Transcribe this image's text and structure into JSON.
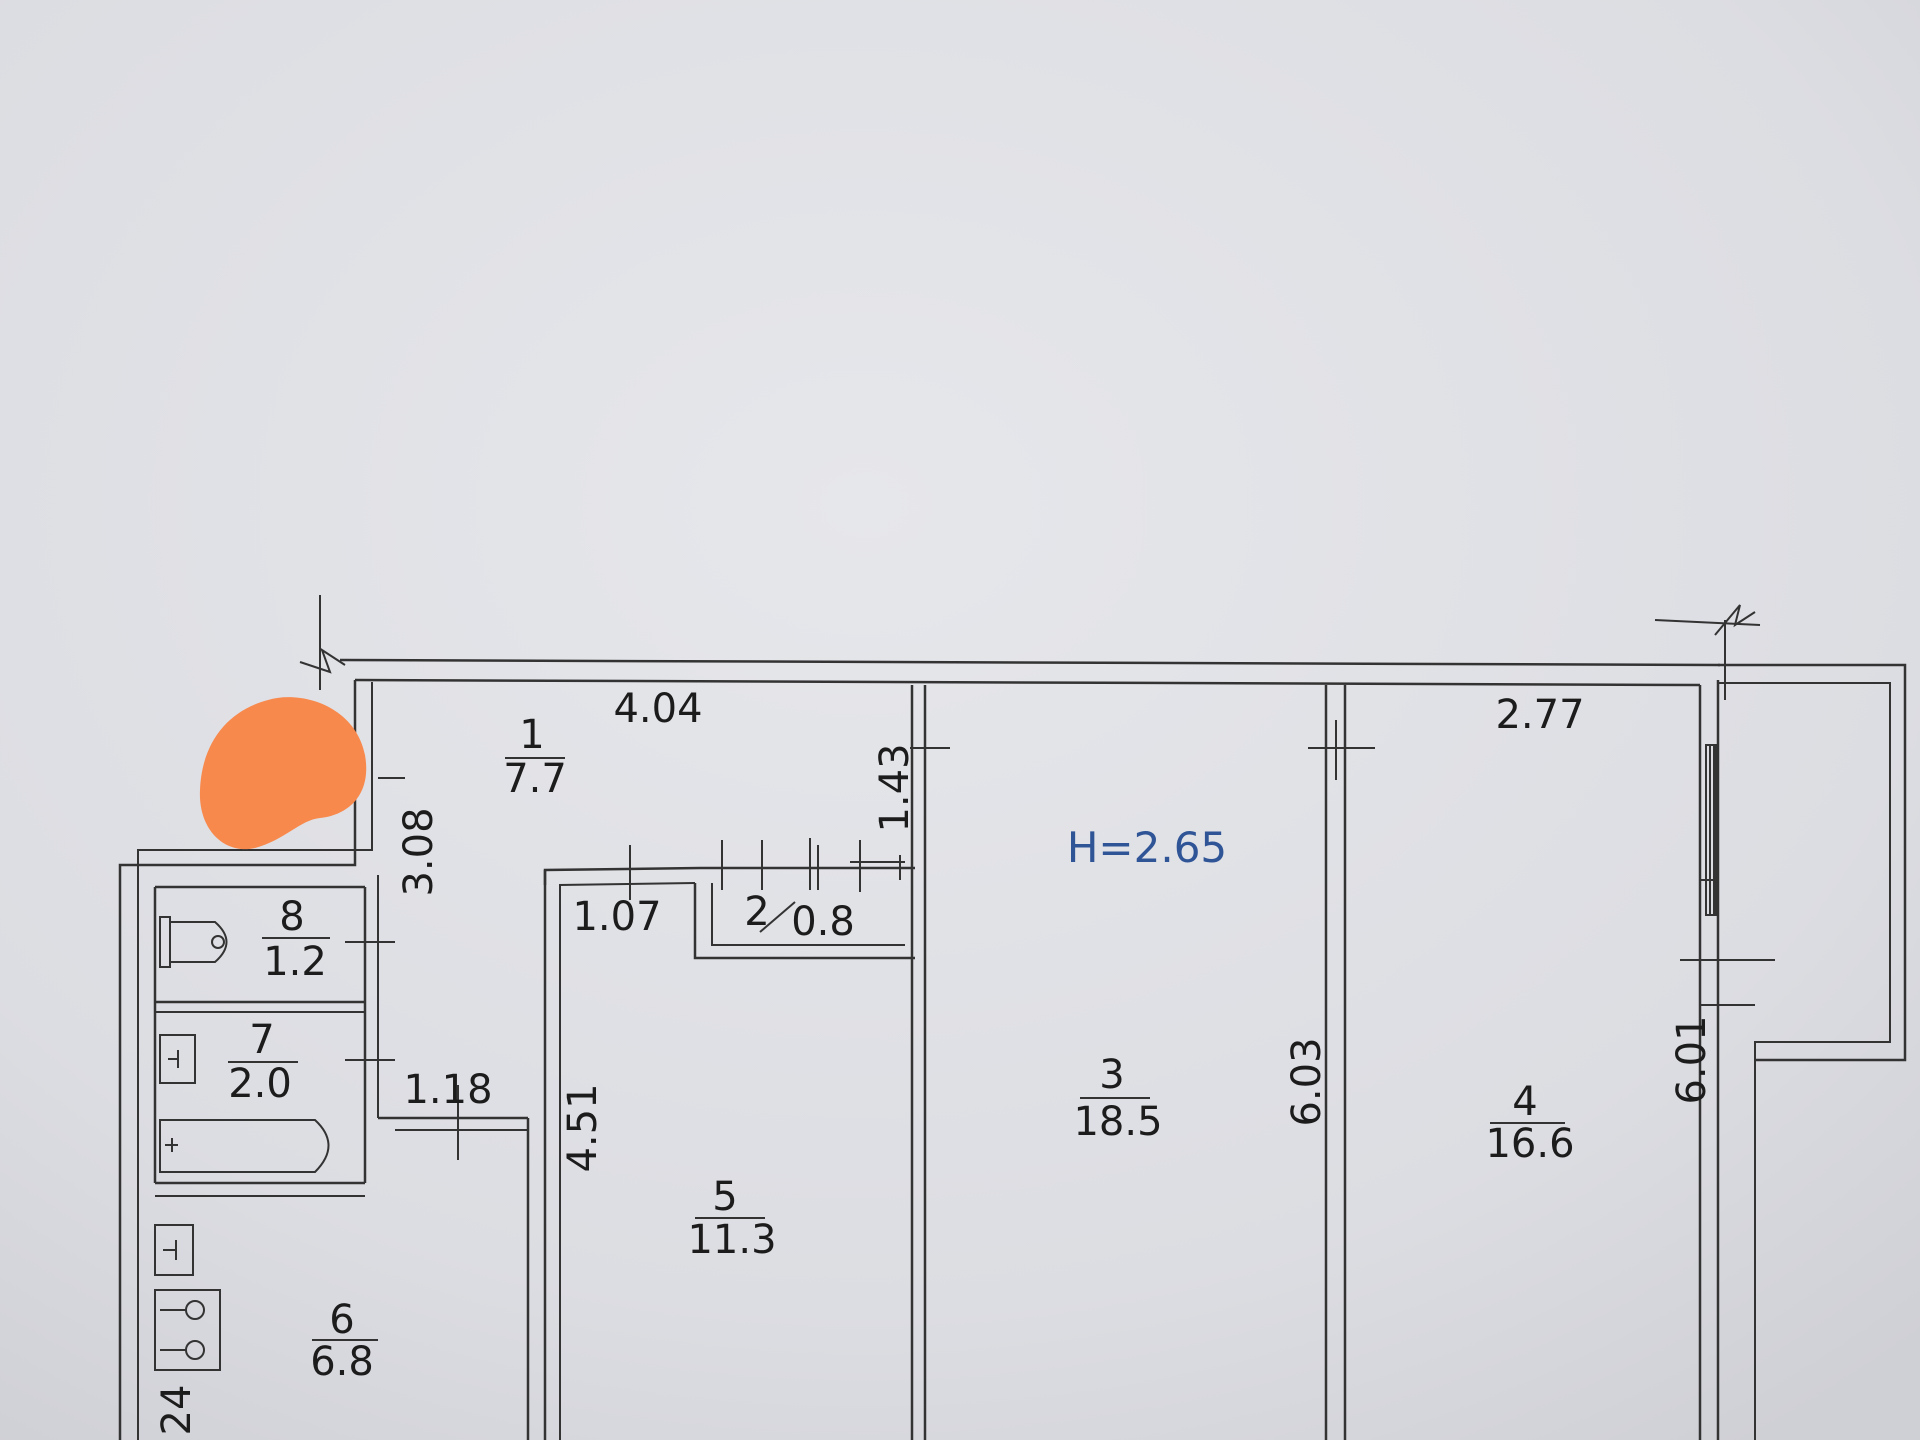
{
  "floor_plan": {
    "ceiling_height": "H=2.65",
    "rooms": [
      {
        "id": "1",
        "area": "7.7"
      },
      {
        "id": "2",
        "area": "0.8"
      },
      {
        "id": "3",
        "area": "18.5"
      },
      {
        "id": "4",
        "area": "16.6"
      },
      {
        "id": "5",
        "area": "11.3"
      },
      {
        "id": "6",
        "area": "6.8"
      },
      {
        "id": "7",
        "area": "2.0"
      },
      {
        "id": "8",
        "area": "1.2"
      }
    ],
    "dimensions": {
      "hall_width": "4.04",
      "hall_depth": "3.08",
      "closet_width": "1.07",
      "closet_depth": "1.43",
      "corridor_width": "1.18",
      "room5_depth": "4.51",
      "room3_depth": "6.03",
      "room4_width": "2.77",
      "room4_depth": "6.01",
      "kitchen_partial": "24"
    },
    "colors": {
      "paper": "#dcdde2",
      "walls": "#333333",
      "height_label": "#2f5597",
      "marker": "#f8894d"
    }
  }
}
